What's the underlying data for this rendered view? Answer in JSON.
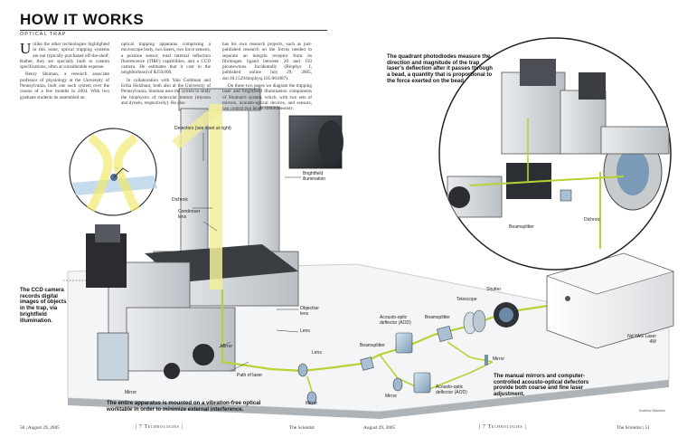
{
  "header": {
    "title": "HOW IT WORKS",
    "subtitle": "OPTICAL TRAP"
  },
  "article": {
    "columns": [
      {
        "dropcap": "U",
        "paragraphs": [
          "nlike the other technologies highlighted in this issue, optical trapping systems are not typically purchased off-the-shelf. Rather, they are specially built to custom specifications, often at considerable expense.",
          "Henry Shuman, a research associate professor of physiology at the University of Pennsylvania, built one such system over the course of a few months in 2004. With two graduate students he assembled an"
        ]
      },
      {
        "paragraphs": [
          "optical trapping apparatus comprising a microscope body, two lasers, two force sensors, a position sensor, total internal reflection fluorescence (TIRF) capabilities, and a CCD camera. He estimates that it cost in the neighborhood of $250,000.",
          "In collaboration with Yale Goldman and Erika Holzbaur, both also at the University of Pennsylvania, Shuman uses the system to study the biophysics of molecular motors (myosin and dynein, respectively). He also"
        ]
      },
      {
        "paragraphs": [
          "has his own research projects, such as just-published research on the forces needed to separate an integrin receptor from its fibrinogen ligand between 20 and 150 piconewtons. Incidentally (Biophys J, published online July 29, 2005, doi:10.1529/biophysj.105.061887).",
          "On these two pages we diagram the trapping laser and brightfield illumination components of Shuman's system, which, with two sets of mirrors, acousto-optical devices, and sensors, can control two beads simultaneously."
        ]
      }
    ]
  },
  "labels": {
    "detectors": "Detectors (see inset at right)",
    "brightfield": "Brightfield illumination",
    "dichroic_left": "Dichroic",
    "condenser": "Condenser lens",
    "objective": "Objective lens",
    "lens_main": "Lens",
    "lens_lower": "Lens",
    "mirror_body": "Mirror",
    "mirror_left": "Mirror",
    "mirror_bottom": "Mirror",
    "mirror_mid": "Mirror",
    "mirror_right": "Mirror",
    "path_of_laser": "Path of laser",
    "aod_top": "Acousto-optic deflector (AOD)",
    "aod_bottom": "Acousto-optic deflector (AOD)",
    "beamsplitter_top": "Beamsplitter",
    "beamsplitter_left": "Beamsplitter",
    "telescope": "Telescope",
    "shutter": "Shutter",
    "laser": "Nd:YAG Laser 4W",
    "inset_beamsplitter": "Beamsplitter",
    "inset_dichroic": "Dichroic"
  },
  "notes": {
    "photodiodes": "The quadrant photodiodes measure the direction and magnitude of the trap laser's deflection after it passes through a bead, a quantity that is proportional to the force exerted on the bead.",
    "ccd": "The CCD camera records digital images of objects in the trap, via brightfield illumination.",
    "apparatus": "The entire apparatus is mounted on a vibration-free optical worktable in order to minimize external interference.",
    "mirrors": "The manual mirrors and computer-controlled acousto-optical defectors provide both coarse and fine laser adjustment."
  },
  "credit": "Andrew Maddox",
  "footer": {
    "left_page": "50 | August 29, 2005",
    "brand_left": "| 7 Technologies |",
    "pub_left": "The Scientist",
    "date_right": "August 29, 2005",
    "brand_right": "| 7 Technologies |",
    "right_page": "The Scientist | 51"
  },
  "colors": {
    "laser_beam": "#b5d334",
    "light_beam": "#f2ee9a",
    "metal": "#cfd3d6",
    "dark_metal": "#3c3f44",
    "table": "#9aa0a4"
  }
}
